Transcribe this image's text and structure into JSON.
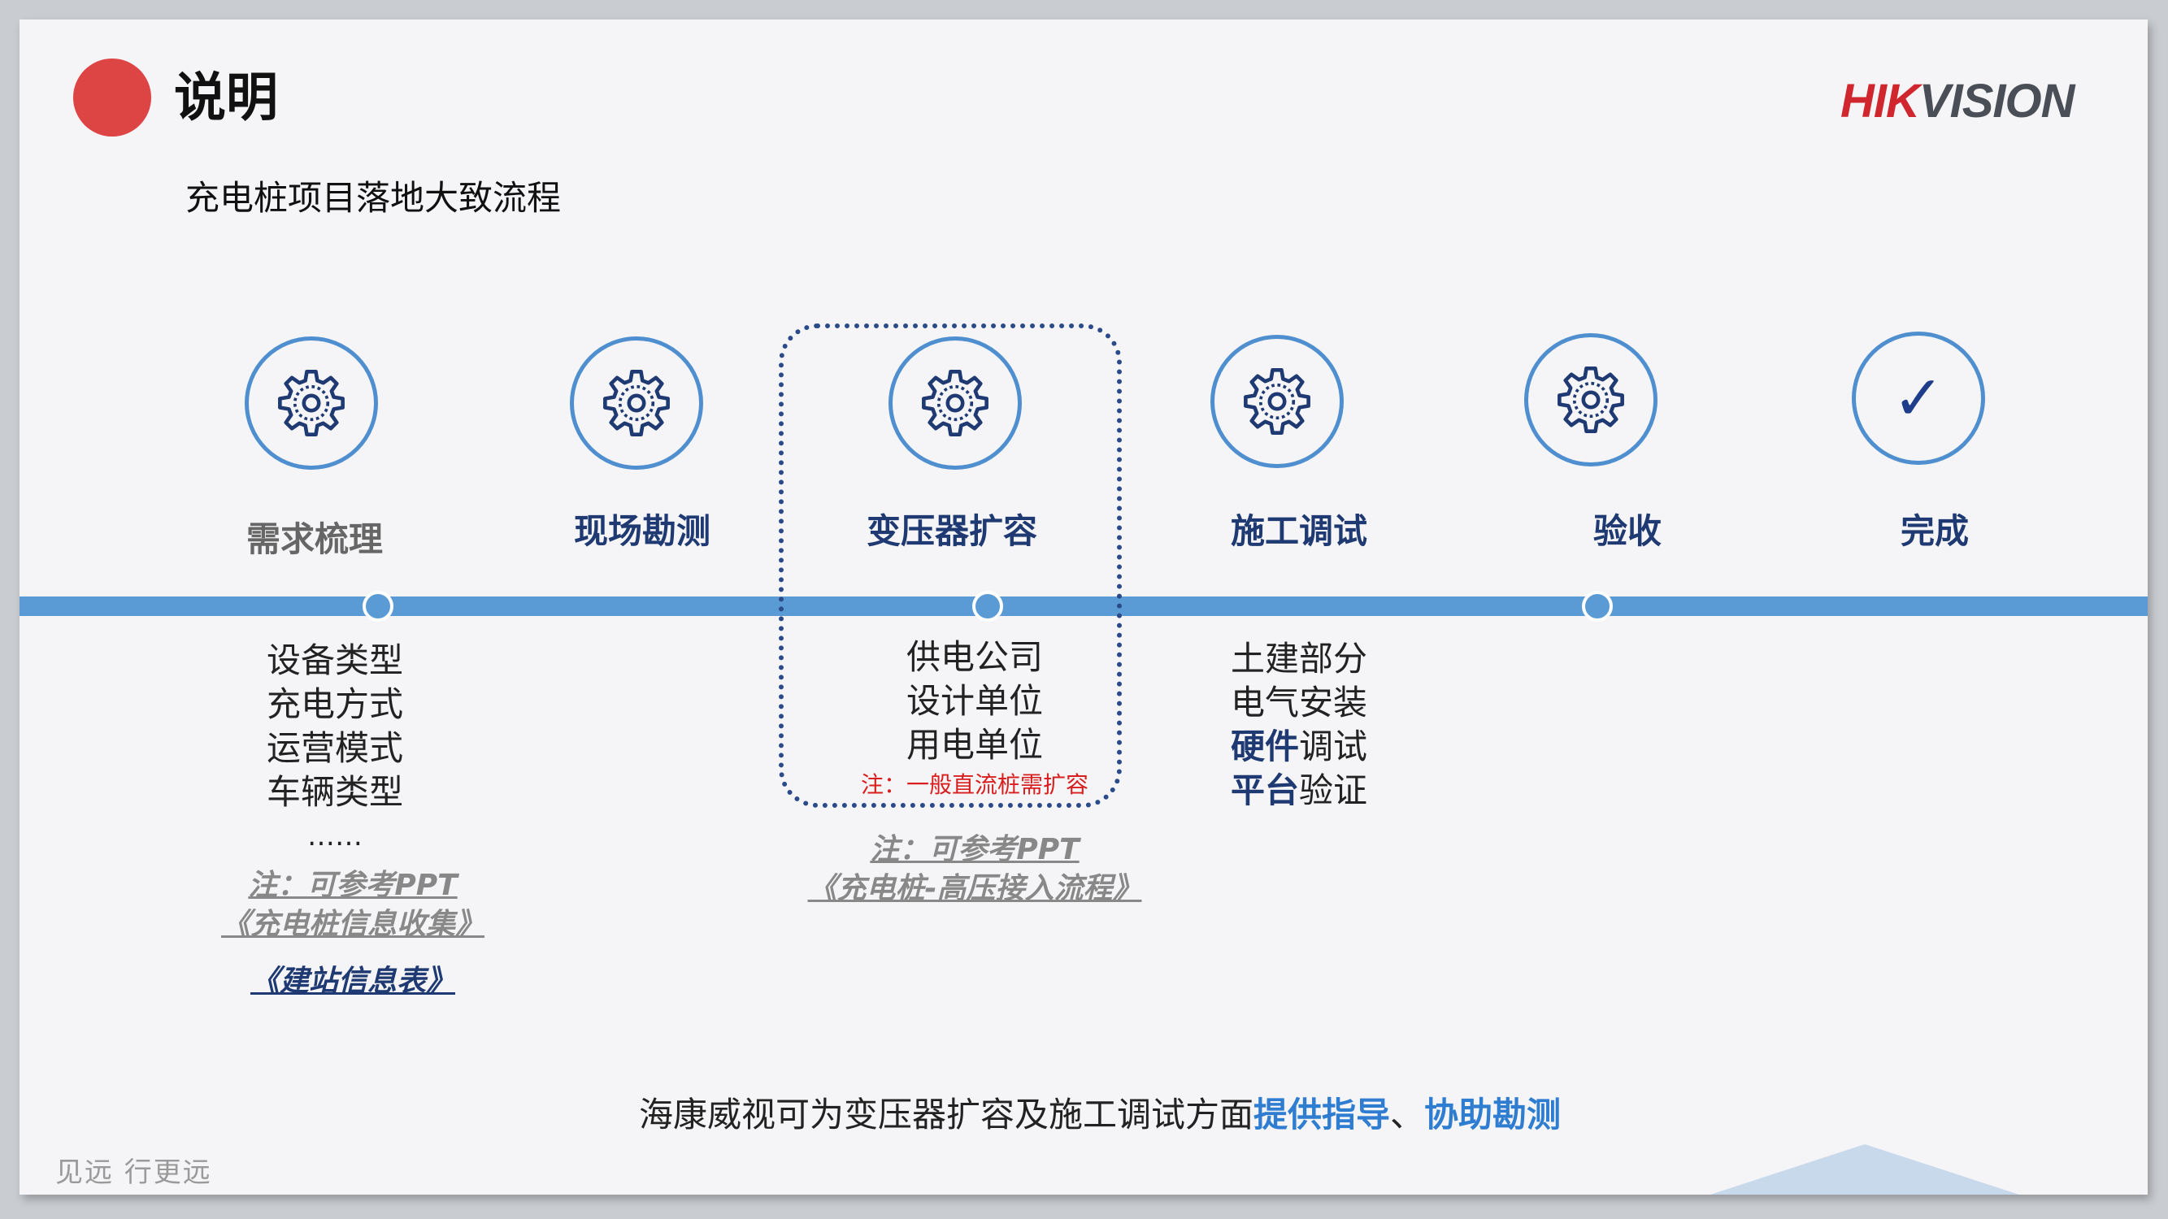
{
  "header": {
    "title": "说明",
    "logo_hik": "HIK",
    "logo_vision": "VISION",
    "subtitle": "充电桩项目落地大致流程"
  },
  "steps": [
    {
      "label": "需求梳理",
      "icon": "gear-icon"
    },
    {
      "label": "现场勘测",
      "icon": "gear-icon"
    },
    {
      "label": "变压器扩容",
      "icon": "gear-icon"
    },
    {
      "label": "施工调试",
      "icon": "gear-icon"
    },
    {
      "label": "验收",
      "icon": "gear-icon"
    },
    {
      "label": "完成",
      "icon": "check-icon",
      "check_glyph": "✓"
    }
  ],
  "details": {
    "demand": {
      "items": [
        "设备类型",
        "充电方式",
        "运营模式",
        "车辆类型",
        "……"
      ],
      "note_line1": "注：可参考PPT",
      "note_line2": "《充电桩信息收集》",
      "note_line3": "《建站信息表》"
    },
    "transformer": {
      "items": [
        "供电公司",
        "设计单位",
        "用电单位"
      ],
      "red_note": "注：一般直流桩需扩容",
      "note_line1": "注：可参考PPT",
      "note_line2": "《充电桩-高压接入流程》"
    },
    "construction": {
      "item1": "土建部分",
      "item2": "电气安装",
      "item3_bold": "硬件",
      "item3_rest": "调试",
      "item4_bold": "平台",
      "item4_rest": "验证"
    }
  },
  "footer": {
    "statement_prefix": "海康威视可为变压器扩容及施工调试方面",
    "statement_highlight1": "提供指导",
    "statement_sep": "、",
    "statement_highlight2": "协助勘测",
    "slogan": "见远  行更远"
  },
  "colors": {
    "accent_blue": "#5b9bd5",
    "title_red_dot": "#dd4444",
    "brand_red": "#d0262e",
    "note_red": "#d81e1e",
    "highlight_blue": "#2e7dd1"
  }
}
